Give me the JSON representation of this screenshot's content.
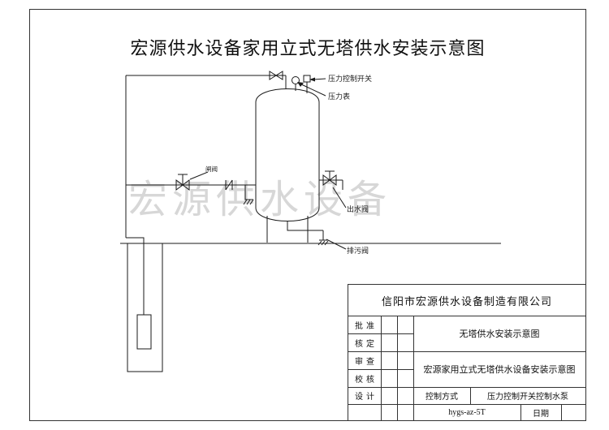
{
  "title": "宏源供水设备家用立式无塔供水安装示意图",
  "watermark": "宏源供水设备",
  "diagram": {
    "labels": {
      "pressure_switch": "压力控制开关",
      "pressure_gauge": "压力表",
      "gate_valve": "闸阀",
      "outlet_valve": "出水阀",
      "drain_valve": "排污阀"
    }
  },
  "title_block": {
    "company": "信阳市宏源供水设备制造有限公司",
    "row_labels": [
      "批准",
      "核定",
      "审查",
      "校核",
      "设计"
    ],
    "doc_title_1": "无塔供水安装示意图",
    "doc_title_2": "宏源家用立式无塔供水设备安装示意图",
    "control_mode_label": "控制方式",
    "control_mode_value": "压力控制开关控制水泵",
    "model_code": "hygs-az-5T",
    "date_label": "日期"
  }
}
